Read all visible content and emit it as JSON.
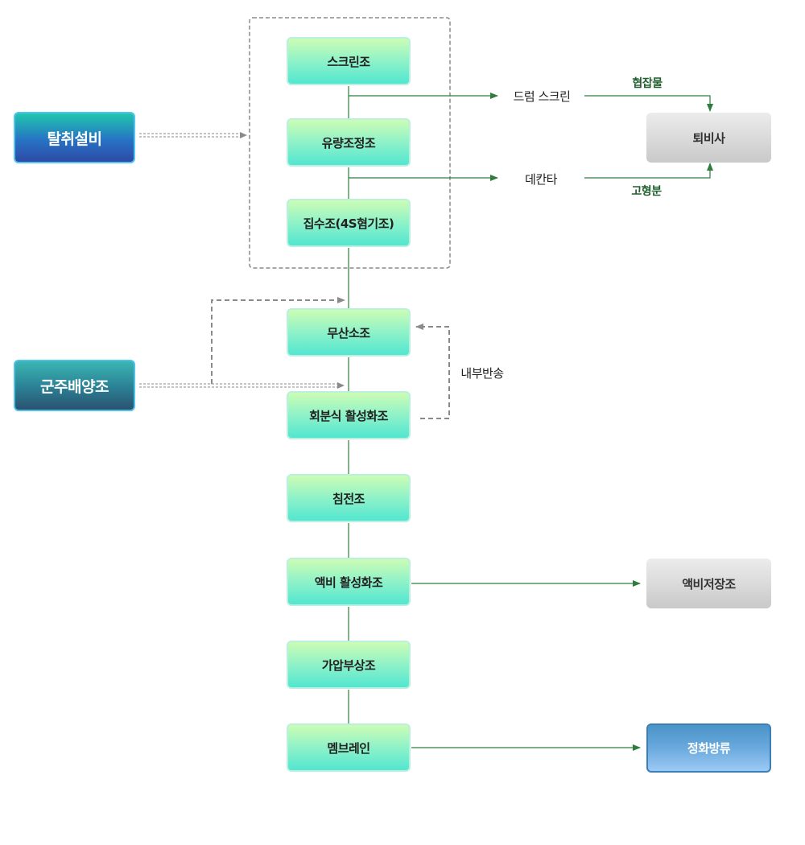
{
  "sources": {
    "desulfurization": "탈취설비",
    "seeding_culture": "군주배양조"
  },
  "process_steps": [
    "스크린조",
    "유량조정조",
    "집수조(4S혐기조)",
    "무산소조",
    "회분식 활성화조",
    "침전조",
    "액비 활성화조",
    "가압부상조",
    "멤브레인"
  ],
  "side_processes": {
    "drum_screen": "드럼 스크린",
    "decanter": "데칸타"
  },
  "outputs": {
    "compost": "퇴비사",
    "liquid_fertilizer_storage": "액비저장조",
    "purified_discharge": "정화방류"
  },
  "edge_labels": {
    "impurities": "협잡물",
    "solids": "고형분",
    "internal_return": "내부반송"
  },
  "colors": {
    "flow_line": "#2e7d3e",
    "dashed_line": "#8a8a8a"
  }
}
